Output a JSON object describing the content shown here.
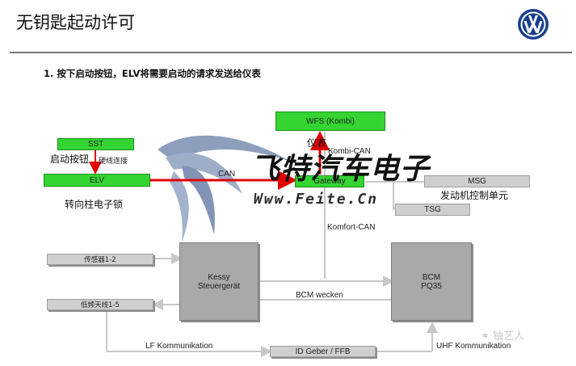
{
  "header": {
    "title": "无钥匙起动许可",
    "subtitle": "1. 按下启动按钮，ELV将需要启动的请求发送给仪表"
  },
  "boxes": {
    "sst": "SST",
    "elv": "ELV",
    "wfs": "WFS (Kombi)",
    "gateway": "Gateway",
    "msg": "MSG",
    "tsg": "TSG",
    "sensor": "传感器1-2",
    "antenna": "低频天线1-5",
    "kessy_line1": "Kessy",
    "kessy_line2": "Steuergerät",
    "bcm_line1": "BCM",
    "bcm_line2": "PQ35",
    "idgeber": "ID Geber / FFB"
  },
  "labels": {
    "start_button": "启动按钮",
    "hardwire": "硬线连接",
    "steering_lock": "转向柱电子锁",
    "dashboard": "仪表",
    "engine_ecu": "发动机控制单元",
    "can": "CAN",
    "kombi_can": "Kombi-CAN",
    "komfort_can": "Komfort-CAN",
    "bcm_wecken": "BCM wecken",
    "lf_kommunikation": "LF Kommunikation",
    "uhf_kommunikation": "UHF Kommunikation"
  },
  "watermark": {
    "brand": "飞特汽车电子",
    "url": "Www.Feite.Cn",
    "wechat": "铀艺人"
  },
  "colors": {
    "green": "#34d431",
    "gray_box": "#a9a9a9",
    "red_arrow": "#e00000",
    "connector": "#c8c8c8",
    "swoosh": "#7b8fb3"
  },
  "icons": {
    "logo": "vw-logo-icon",
    "wechat": "wechat-icon"
  }
}
